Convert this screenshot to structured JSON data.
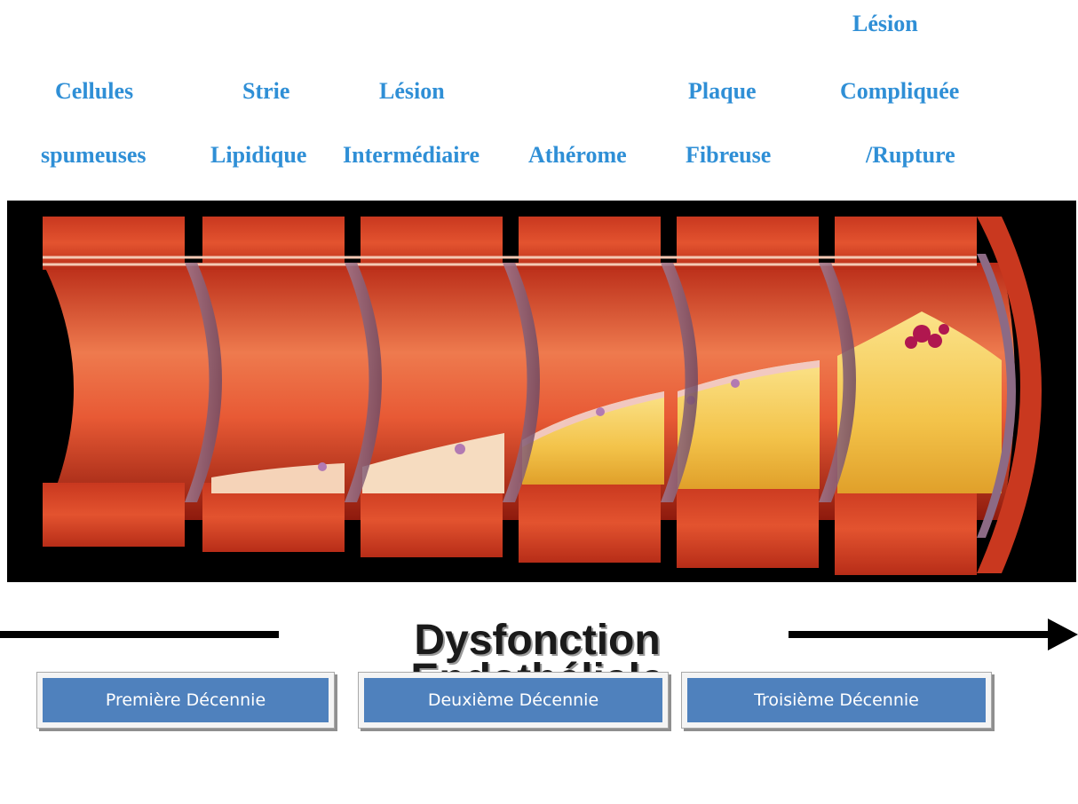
{
  "stage_labels": {
    "cellules": "Cellules",
    "spumeuses": "spumeuses",
    "strie": "Strie",
    "lipidique": "Lipidique",
    "lesion1": "Lésion",
    "intermediaire": "Intermédiaire",
    "atherome": "Athérome",
    "plaque": "Plaque",
    "fibreuse": "Fibreuse",
    "lesion2": "Lésion",
    "compliquee": "Compliquée",
    "rupture": "/Rupture"
  },
  "title": {
    "line1": "Dysfonction",
    "line2": "Endothéliale"
  },
  "decades": [
    "Première Décennie",
    "Deuxième Décennie",
    "Troisième Décennie"
  ],
  "colors": {
    "label_blue": "#2f8fd6",
    "box_blue": "#4f81bd",
    "artery_red": "#d8432a",
    "plaque_yellow": "#f3c34a"
  }
}
